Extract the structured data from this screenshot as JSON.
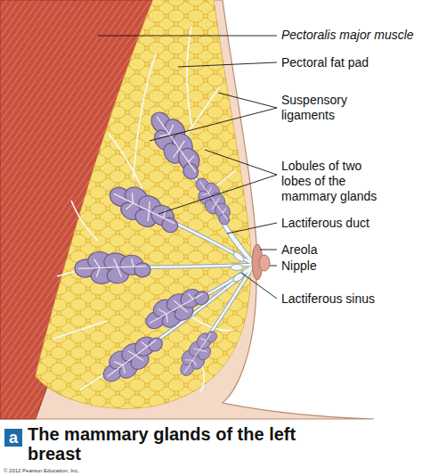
{
  "diagram": {
    "caption": "The mammary glands of the left breast",
    "labels": [
      "Pectoralis major muscle",
      "Pectoral fat pad",
      "Suspensory ligaments",
      "Lobules of two lobes of the mammary glands",
      "Lactiferous duct",
      "Areola",
      "Nipple",
      "Lactiferous sinus",
      "a",
      "© 2012 Pearson Education, Inc."
    ]
  }
}
